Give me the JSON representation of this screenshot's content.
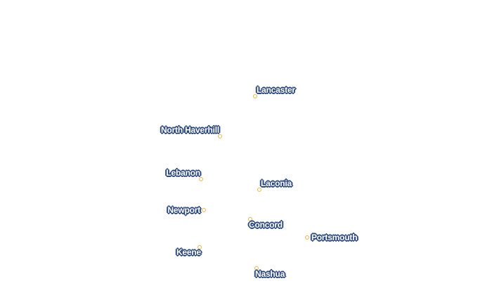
{
  "map": {
    "cities": [
      {
        "key": "lancaster",
        "name": "Lancaster"
      },
      {
        "key": "north-haverhill",
        "name": "North Haverhill"
      },
      {
        "key": "lebanon",
        "name": "Lebanon"
      },
      {
        "key": "laconia",
        "name": "Laconia"
      },
      {
        "key": "newport",
        "name": "Newport"
      },
      {
        "key": "concord",
        "name": "Concord"
      },
      {
        "key": "portsmouth",
        "name": "Portsmouth"
      },
      {
        "key": "keene",
        "name": "Keene"
      },
      {
        "key": "nashua",
        "name": "Nashua"
      }
    ],
    "colors": {
      "marker": "#e8b84a",
      "label_text": "#ffffff",
      "label_halo": "#2e4a82",
      "background": "#ffffff"
    }
  }
}
